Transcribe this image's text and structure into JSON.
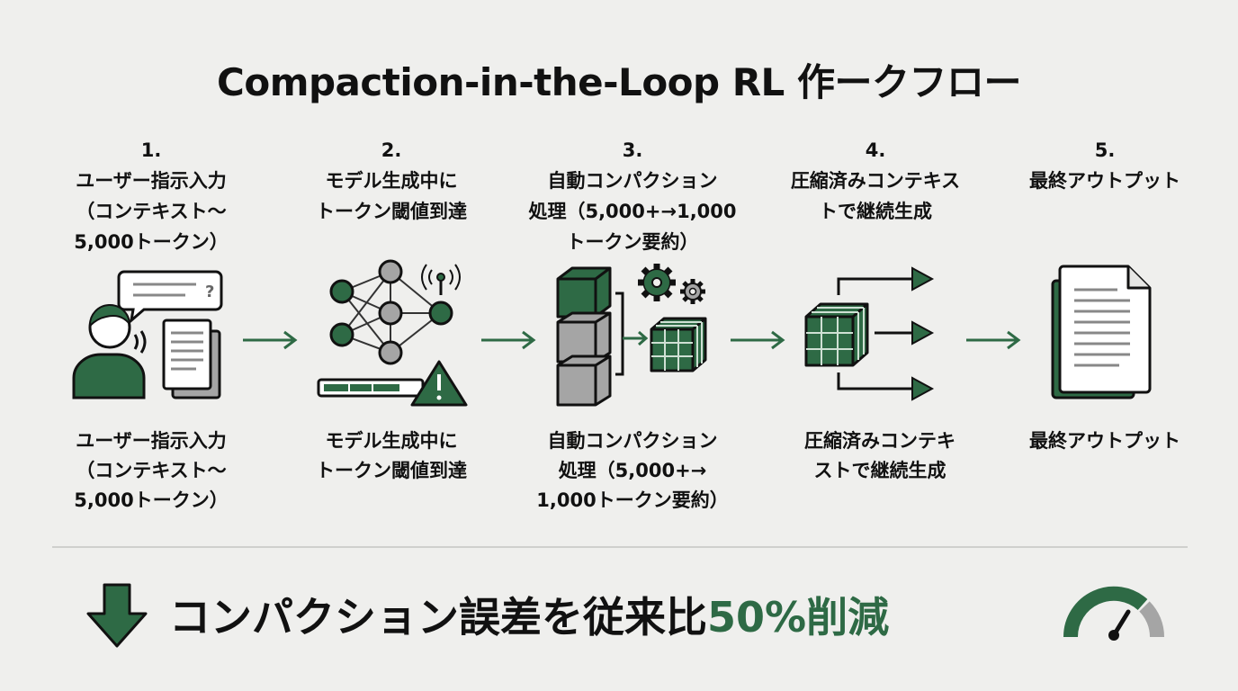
{
  "title": "Compaction-in-the-Loop RL 作ークフロー",
  "steps": [
    {
      "num": "1.",
      "head_lines": [
        "ユーザー指示入力",
        "（コンテキスト〜",
        "5,000トークン）"
      ],
      "foot_lines": [
        "ユーザー指示入力",
        "（コンテキスト〜",
        "5,000トークン）"
      ],
      "icon": "user-with-documents-icon"
    },
    {
      "num": "2.",
      "head_lines": [
        "モデル生成中に",
        "トークン閾値到達"
      ],
      "foot_lines": [
        "モデル生成中に",
        "トークン閾値到達"
      ],
      "icon": "neural-network-warning-icon"
    },
    {
      "num": "3.",
      "head_lines": [
        "自動コンパクション",
        "処理（5,000+→1,000",
        "トークン要約）"
      ],
      "foot_lines": [
        "自動コンパクション",
        "処理（5,000+→",
        "1,000トークン要約）"
      ],
      "icon": "compaction-blocks-icon"
    },
    {
      "num": "4.",
      "head_lines": [
        "圧縮済みコンテキス",
        "トで継続生成"
      ],
      "foot_lines": [
        "圧縮済みコンテキ",
        "ストで継続生成"
      ],
      "icon": "compressed-cube-branch-icon"
    },
    {
      "num": "5.",
      "head_lines": [
        "最終アウトプット"
      ],
      "foot_lines": [
        "最終アウトプット"
      ],
      "icon": "output-document-icon"
    }
  ],
  "result": {
    "text": "コンパクション誤差を従来比",
    "highlight": "50%削減",
    "icon_left": "down-arrow-icon",
    "icon_right": "gauge-icon"
  },
  "colors": {
    "accent": "#2e6a45",
    "gray": "#a5a5a5",
    "dark": "#111111",
    "background": "#efefed"
  }
}
